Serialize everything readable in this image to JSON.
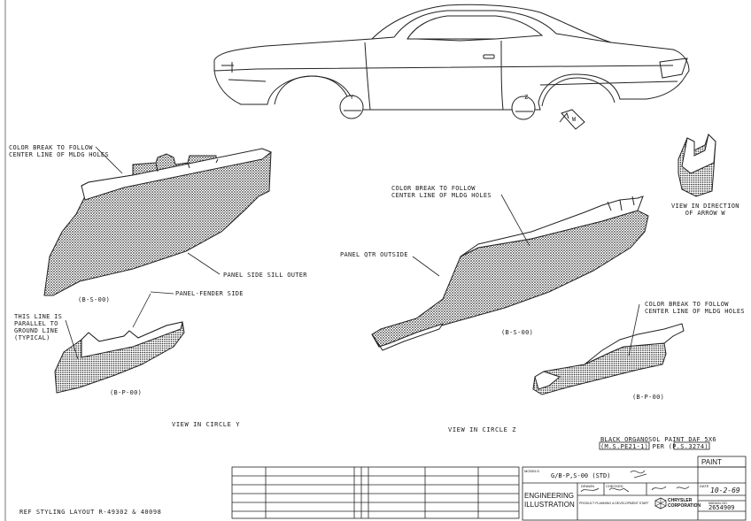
{
  "drawing": {
    "views": {
      "circle_y": "VIEW IN CIRCLE Y",
      "circle_z": "VIEW IN CIRCLE Z",
      "arrow_w": "VIEW IN DIRECTION\nOF ARROW W"
    },
    "circle_markers": {
      "y": "Y",
      "z": "Z",
      "w": "W"
    },
    "callouts": {
      "color_break_left": "COLOR BREAK TO FOLLOW\nCENTER LINE OF MLDG HOLES",
      "color_break_center": "COLOR BREAK TO FOLLOW\nCENTER LINE OF MLDG HOLES",
      "color_break_right": "COLOR BREAK TO FOLLOW\nCENTER LINE OF MLDG HOLES",
      "panel_side_sill_outer": "PANEL SIDE SILL OUTER",
      "panel_fender_side": "PANEL-FENDER SIDE",
      "panel_qtr_outside": "PANEL QTR OUTSIDE",
      "parallel_note": "THIS LINE IS\nPARALLEL TO\nGROUND LINE\n(TYPICAL)"
    },
    "part_codes": {
      "left_upper": "(B-S-00)",
      "left_lower": "(B-P-00)",
      "center": "(B-S-00)",
      "right": "(B-P-00)"
    },
    "paint_spec": "BLACK ORGANOSOL PAINT DAF 5X6\n(M.S.PE21-1) PER (P.S.3274)",
    "reference": "REF STYLING LAYOUT R-49302 & 40098"
  },
  "title_block": {
    "category": "PAINT",
    "models_label": "MODELS",
    "models_value": "G/B-P,S-00 (STD)",
    "illustration_label": "ENGINEERING\nILLUSTRATION",
    "drawn_label": "DRAWN",
    "checked_label": "CHECKED",
    "date_label": "DATE",
    "date_value": "10-2-69",
    "dept": "PRODUCT PLANNING & DEVELOPMENT STAFF",
    "company": "CHRYSLER\nCORPORATION",
    "number_label": "MANUAL NO.",
    "number_value": "2654909"
  },
  "colors": {
    "ink": "#1a1a1a",
    "paper": "#ffffff"
  }
}
